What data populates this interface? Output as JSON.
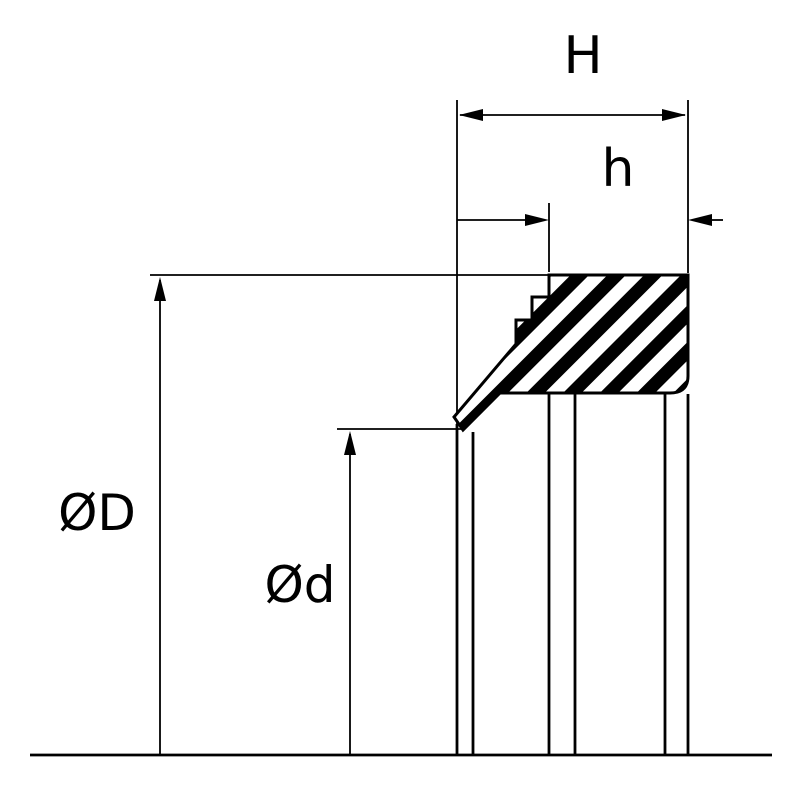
{
  "diagram": {
    "labels": {
      "H": "H",
      "h": "h",
      "OD": "ØD",
      "Od": "Ød"
    },
    "colors": {
      "line": "#000000",
      "background": "#ffffff",
      "hatch_fill": "#000000"
    }
  }
}
